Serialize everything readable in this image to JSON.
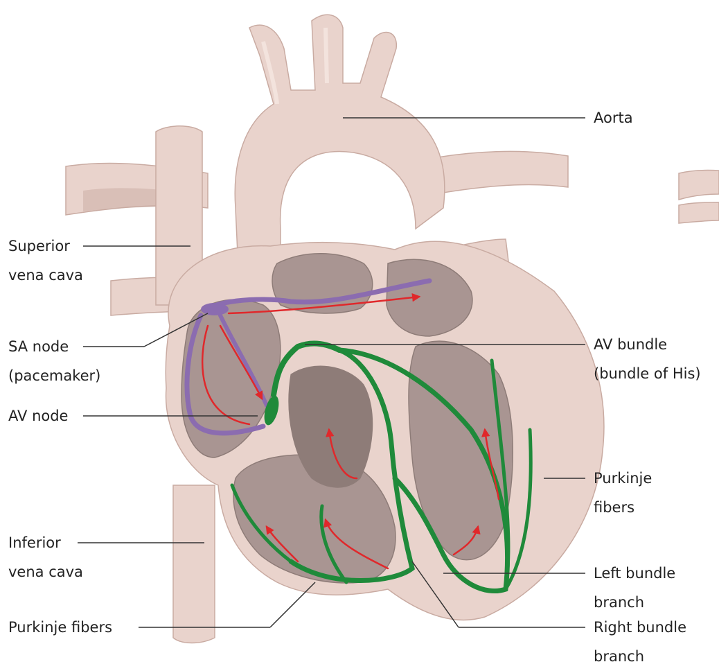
{
  "diagram": {
    "colors": {
      "tissue": "#e9d3cc",
      "tissue_shadow": "#c9aba2",
      "chamber": "#a99592",
      "chamber_dark": "#8e7c78",
      "conduction_green": "#1f8a3a",
      "sa_purple": "#8b6cb0",
      "signal_red": "#e0282b",
      "leader": "#333333"
    },
    "labels": {
      "aorta": "Aorta",
      "svc_line1": "Superior",
      "svc_line2": "vena cava",
      "sa_line1": "SA node",
      "sa_line2": "(pacemaker)",
      "av_node": "AV node",
      "ivc_line1": "Inferior",
      "ivc_line2": "vena cava",
      "purkinje_bottom": "Purkinje fibers",
      "avb_line1": "AV bundle",
      "avb_line2": "(bundle of His)",
      "purkinje_line1": "Purkinje",
      "purkinje_line2": "fibers",
      "lbb_line1": "Left bundle",
      "lbb_line2": "branch",
      "rbb_line1": "Right bundle",
      "rbb_line2": "branch"
    }
  }
}
